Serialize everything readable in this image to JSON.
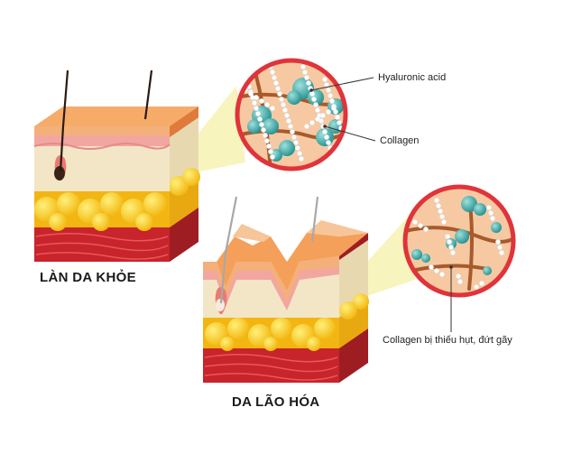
{
  "labels": {
    "hyaluronic": "Hyaluronic acid",
    "collagen": "Collagen",
    "collagen_damaged": "Collagen bị thiếu hụt, đứt gãy",
    "healthy_caption": "LÀN DA KHỎE",
    "aged_caption": "DA LÃO HÓA"
  },
  "colors": {
    "epidermis": "#f5a05a",
    "epidermis_top": "#f7c59a",
    "dermis": "#f3e6c6",
    "fat": "#f7c21a",
    "muscle": "#c8242b",
    "zoom_ring": "#e0333a",
    "zoom_fill": "#f6c9a2",
    "hyaluronic": "#3aa7a6",
    "collagen_fiber": "#a85a2c",
    "beam": "#f5f0a8"
  }
}
